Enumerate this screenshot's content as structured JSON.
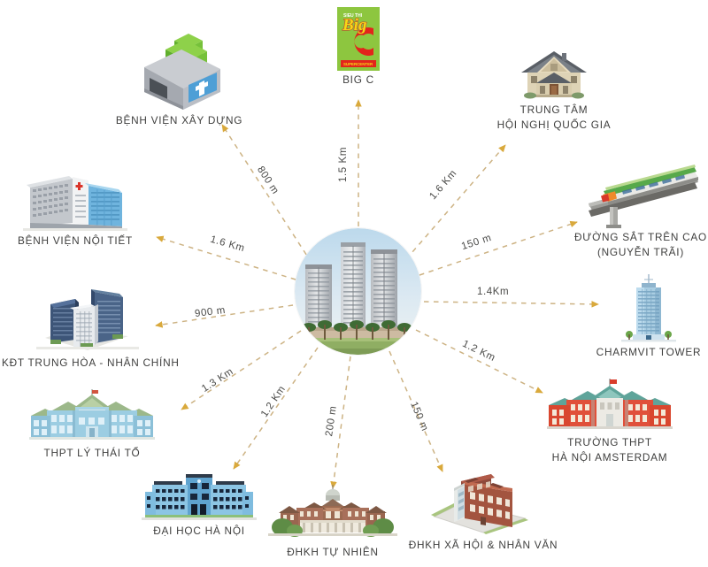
{
  "diagram": {
    "title": "Vi tri du an - so do khoang cach tien ich",
    "center": {
      "name": "central-project-photo",
      "alt": "Apartment towers complex"
    },
    "line_color": "#cdb384",
    "arrow_color": "#d9a93c",
    "text_color": "#3f3f3e"
  },
  "nodes": [
    {
      "id": "benh-vien-xay-dung",
      "label": "BỆNH VIỆN XÂY DỰNG",
      "distance": "800 m",
      "icon": "hospital-box-icon"
    },
    {
      "id": "big-c",
      "label": "BIG C",
      "distance": "1.5 Km",
      "icon": "bigc-logo-icon"
    },
    {
      "id": "trung-tam-hoi-nghi-quoc-gia",
      "label": "TRUNG TÂM",
      "label2": "HỘI NGHỊ QUỐC GIA",
      "distance": "1.6 Km",
      "icon": "house-icon"
    },
    {
      "id": "duong-sat-tren-cao",
      "label": "ĐƯỜNG SẮT TRÊN CAO",
      "label2": "(NGUYỄN TRÃI)",
      "distance": "150 m",
      "icon": "elevated-railway-icon"
    },
    {
      "id": "charmvit-tower",
      "label": "CHARMVIT TOWER",
      "distance": "1.4Km",
      "icon": "office-tower-icon"
    },
    {
      "id": "truong-thpt-ha-noi-amsterdam",
      "label": "TRƯỜNG THPT",
      "label2": "HÀ NỘI AMSTERDAM",
      "distance": "1.2 Km",
      "icon": "red-school-icon"
    },
    {
      "id": "dhkh-xa-hoi-nhan-van",
      "label": "ĐHKH XÃ HỘI & NHÂN VĂN",
      "distance": "150 m",
      "icon": "brick-university-icon"
    },
    {
      "id": "dhkh-tu-nhien",
      "label": "ĐHKH TỰ NHIÊN",
      "distance": "200 m",
      "icon": "domed-university-icon"
    },
    {
      "id": "dai-hoc-ha-noi",
      "label": "ĐẠI HỌC HÀ NỘI",
      "distance": "1.2 Km",
      "icon": "blue-university-icon"
    },
    {
      "id": "thpt-ly-thai-to",
      "label": "THPT LÝ THÁI TỔ",
      "distance": "1.3 Km",
      "icon": "blue-school-icon"
    },
    {
      "id": "kdt-trung-hoa-nhan-chinh",
      "label": "KĐT TRUNG HÒA - NHÂN CHÍNH",
      "distance": "900 m",
      "icon": "navy-towers-icon"
    },
    {
      "id": "benh-vien-noi-tiet",
      "label": "BỆNH VIỆN NỘI TIẾT",
      "distance": "1.6 Km",
      "icon": "hospital-building-icon"
    }
  ]
}
